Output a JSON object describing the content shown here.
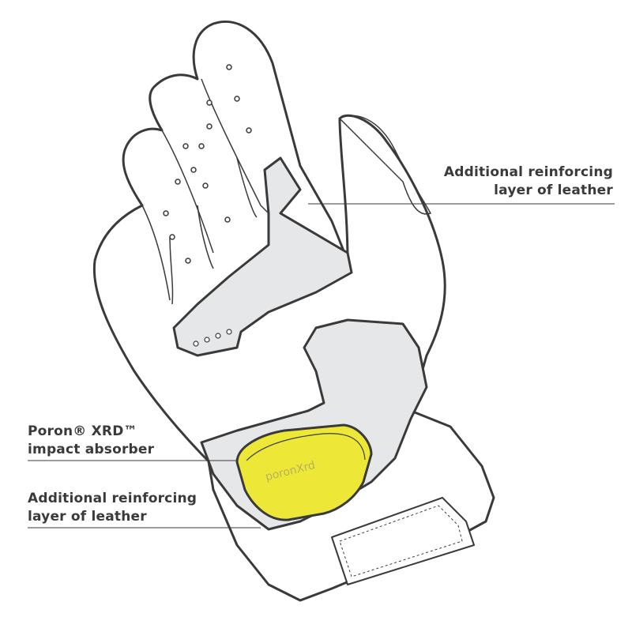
{
  "labels": {
    "top_right": {
      "line1": "Additional reinforcing",
      "line2": "layer of leather"
    },
    "poron": {
      "line1": "Poron® XRD™",
      "line2": "impact absorber"
    },
    "bottom_left": {
      "line1": "Additional reinforcing",
      "line2": "layer of leather"
    }
  },
  "logo_text": "poronXrd",
  "colors": {
    "outline": "#3a3a3a",
    "leather": "#e6e7e8",
    "poron": "#ede838",
    "glove": "#ffffff"
  }
}
